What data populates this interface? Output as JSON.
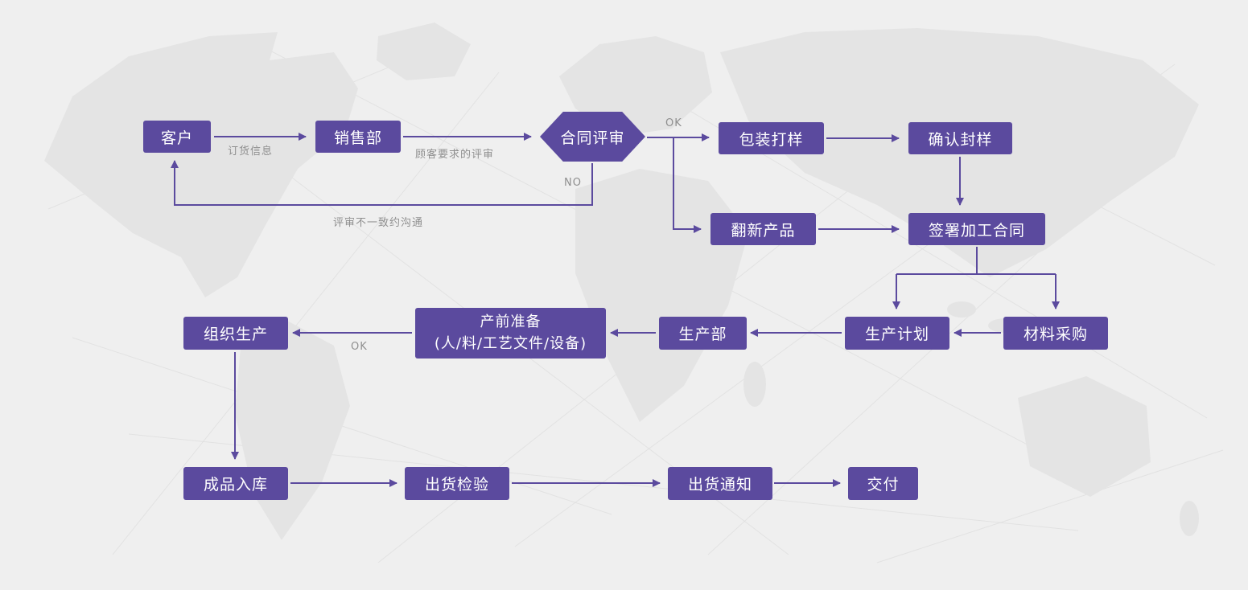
{
  "diagram": {
    "nodes": {
      "customer": {
        "label": "客户"
      },
      "sales_dept": {
        "label": "销售部"
      },
      "contract_review": {
        "label": "合同评审"
      },
      "packaging_proof": {
        "label": "包装打样"
      },
      "confirm_sealed_sample": {
        "label": "确认封样"
      },
      "refurbish_product": {
        "label": "翻新产品"
      },
      "sign_processing_contract": {
        "label": "签署加工合同"
      },
      "material_purchase": {
        "label": "材料采购"
      },
      "production_plan": {
        "label": "生产计划"
      },
      "production_dept": {
        "label": "生产部"
      },
      "pre_production": {
        "line1": "产前准备",
        "line2": "(人/料/工艺文件/设备)"
      },
      "organize_production": {
        "label": "组织生产"
      },
      "finished_goods_in": {
        "label": "成品入库"
      },
      "shipment_inspection": {
        "label": "出货检验"
      },
      "shipment_notice": {
        "label": "出货通知"
      },
      "delivery": {
        "label": "交付"
      }
    },
    "edge_labels": {
      "order_info": "订货信息",
      "customer_requirement_review": "顾客要求的评审",
      "ok_top": "OK",
      "no_branch": "NO",
      "review_mismatch": "评审不一致约沟通",
      "ok_left": "OK"
    },
    "colors": {
      "node_fill": "#5b4a9e",
      "node_text": "#ffffff",
      "arrow": "#5b4a9e",
      "label_gray": "#8f8f8f",
      "canvas_bg": "#efefef",
      "map_land": "#e4e4e4",
      "map_lines": "#e0e0e0"
    }
  }
}
